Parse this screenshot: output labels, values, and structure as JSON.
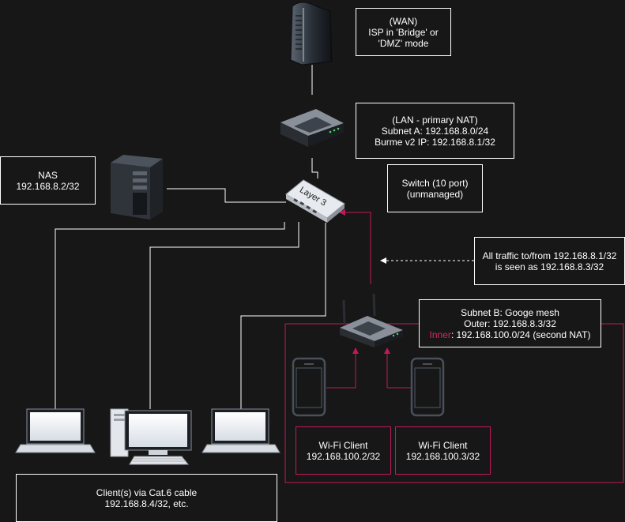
{
  "colors": {
    "background": "#171717",
    "line": "#ffffff",
    "accent": "#c2185b",
    "accent_text": "#e0245e"
  },
  "wan": {
    "line1": "(WAN)",
    "line2": "ISP in 'Bridge' or",
    "line3": "'DMZ' mode"
  },
  "router_primary": {
    "line1": "(LAN - primary NAT)",
    "line2": "Subnet A: 192.168.8.0/24",
    "line3": "Burme v2 IP: 192.168.8.1/32"
  },
  "nas": {
    "line1": "NAS",
    "line2": "192.168.8.2/32"
  },
  "switch": {
    "line1": "Switch (10 port)",
    "line2": "(unmanaged)",
    "device_label": "Layer 3"
  },
  "traffic_note": {
    "line1": "All traffic to/from 192.168.8.1/32",
    "line2": "is seen as 192.168.8.3/32"
  },
  "mesh": {
    "line1": "Subnet B: Googe mesh",
    "line2": "Outer: 192.168.8.3/32",
    "line3_label": "Inner",
    "line3_value": ": 192.168.100.0/24 (second NAT)"
  },
  "wifi_client_1": {
    "line1": "Wi-Fi Client",
    "line2": "192.168.100.2/32"
  },
  "wifi_client_2": {
    "line1": "Wi-Fi Client",
    "line2": "192.168.100.3/32"
  },
  "wired_clients": {
    "line1": "Client(s) via Cat.6 cable",
    "line2": "192.168.8.4/32, etc."
  },
  "icons": [
    "modem-icon",
    "router-icon",
    "server-tower-icon",
    "switch-icon",
    "wifi-router-icon",
    "phone-icon",
    "laptop-icon",
    "desktop-icon"
  ]
}
